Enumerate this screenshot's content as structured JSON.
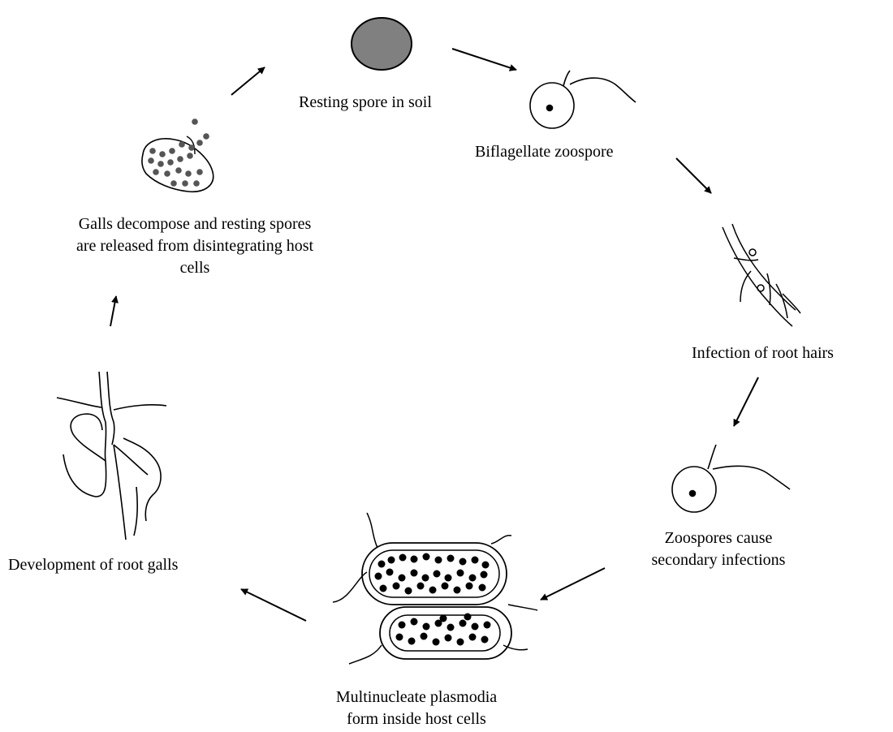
{
  "diagram": {
    "stages": [
      {
        "id": "resting-spore",
        "lines": [
          "Resting spore in soil"
        ]
      },
      {
        "id": "biflagellate-zoospore",
        "lines": [
          "Biflagellate zoospore"
        ]
      },
      {
        "id": "infection-root-hairs",
        "lines": [
          "Infection of root hairs"
        ]
      },
      {
        "id": "secondary-infections",
        "lines": [
          "Zoospores cause",
          "secondary infections"
        ]
      },
      {
        "id": "multinucleate-plasmodia",
        "lines": [
          "Multinucleate plasmodia",
          "form inside host cells"
        ]
      },
      {
        "id": "root-galls",
        "lines": [
          "Development of root galls"
        ]
      },
      {
        "id": "galls-decompose",
        "lines": [
          "Galls decompose and resting spores",
          "are released from disintegrating host",
          "cells"
        ]
      }
    ],
    "colors": {
      "spore_fill": "#808080",
      "ink": "#000000",
      "background": "#ffffff"
    }
  }
}
